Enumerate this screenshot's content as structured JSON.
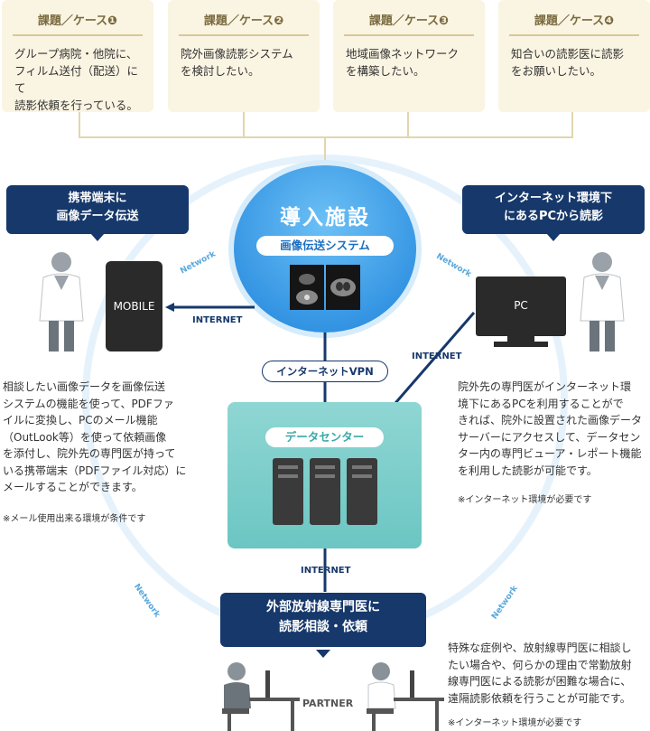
{
  "cases": [
    {
      "title": "課題／ケース❶",
      "body": "グループ病院・他院に、\nフィルム送付（配送）にて\n読影依頼を行っている。"
    },
    {
      "title": "課題／ケース❷",
      "body": "院外画像読影システム\nを検討したい。"
    },
    {
      "title": "課題／ケース❸",
      "body": "地域画像ネットワーク\nを構築したい。"
    },
    {
      "title": "課題／ケース❹",
      "body": "知合いの読影医に読影\nをお願いしたい。"
    }
  ],
  "center": {
    "title": "導入施設",
    "subtitle": "画像伝送システム"
  },
  "mobile_box": {
    "title": "携帯端末に\n画像データ伝送"
  },
  "pc_box": {
    "title": "インターネット環境下\nにあるPCから読影"
  },
  "devices": {
    "mobile": "MOBILE",
    "pc": "PC"
  },
  "links": {
    "internet_left": "INTERNET",
    "internet_right": "INTERNET",
    "internet_bottom": "INTERNET",
    "vpn": "インターネットVPN",
    "network": "Network"
  },
  "datacenter": {
    "title": "データセンター"
  },
  "partner_box": {
    "title": "外部放射線専門医に\n読影相談・依頼",
    "label": "PARTNER"
  },
  "text_left": {
    "body": "相談したい画像データを画像伝送\nシステムの機能を使って、PDFファ\nイルに変換し、PCのメール機能\n（OutLook等）を使って依頼画像\nを添付し、院外先の専門医が持って\nいる携帯端末（PDFファイル対応）に\nメールすることができます。",
    "note": "※メール使用出来る環境が条件です"
  },
  "text_right": {
    "body": "院外先の専門医がインターネット環\n境下にあるPCを利用することがで\nきれば、院外に設置された画像データ\nサーバーにアクセスして、データセン\nター内の専門ビューア・レポート機能\nを利用した読影が可能です。",
    "note": "※インターネット環境が必要です"
  },
  "text_bottom": {
    "body": "特殊な症例や、放射線専門医に相談し\nたい場合や、何らかの理由で常勤放射\n線専門医による読影が困難な場合に、\n遠隔読影依頼を行うことが可能です。",
    "note": "※インターネット環境が必要です"
  },
  "colors": {
    "navy": "#16386b",
    "case_bg": "#faf4e2",
    "circle": "#2a8fe0",
    "datacenter": "#7fcfcc",
    "ring": "#e6f2fb"
  }
}
